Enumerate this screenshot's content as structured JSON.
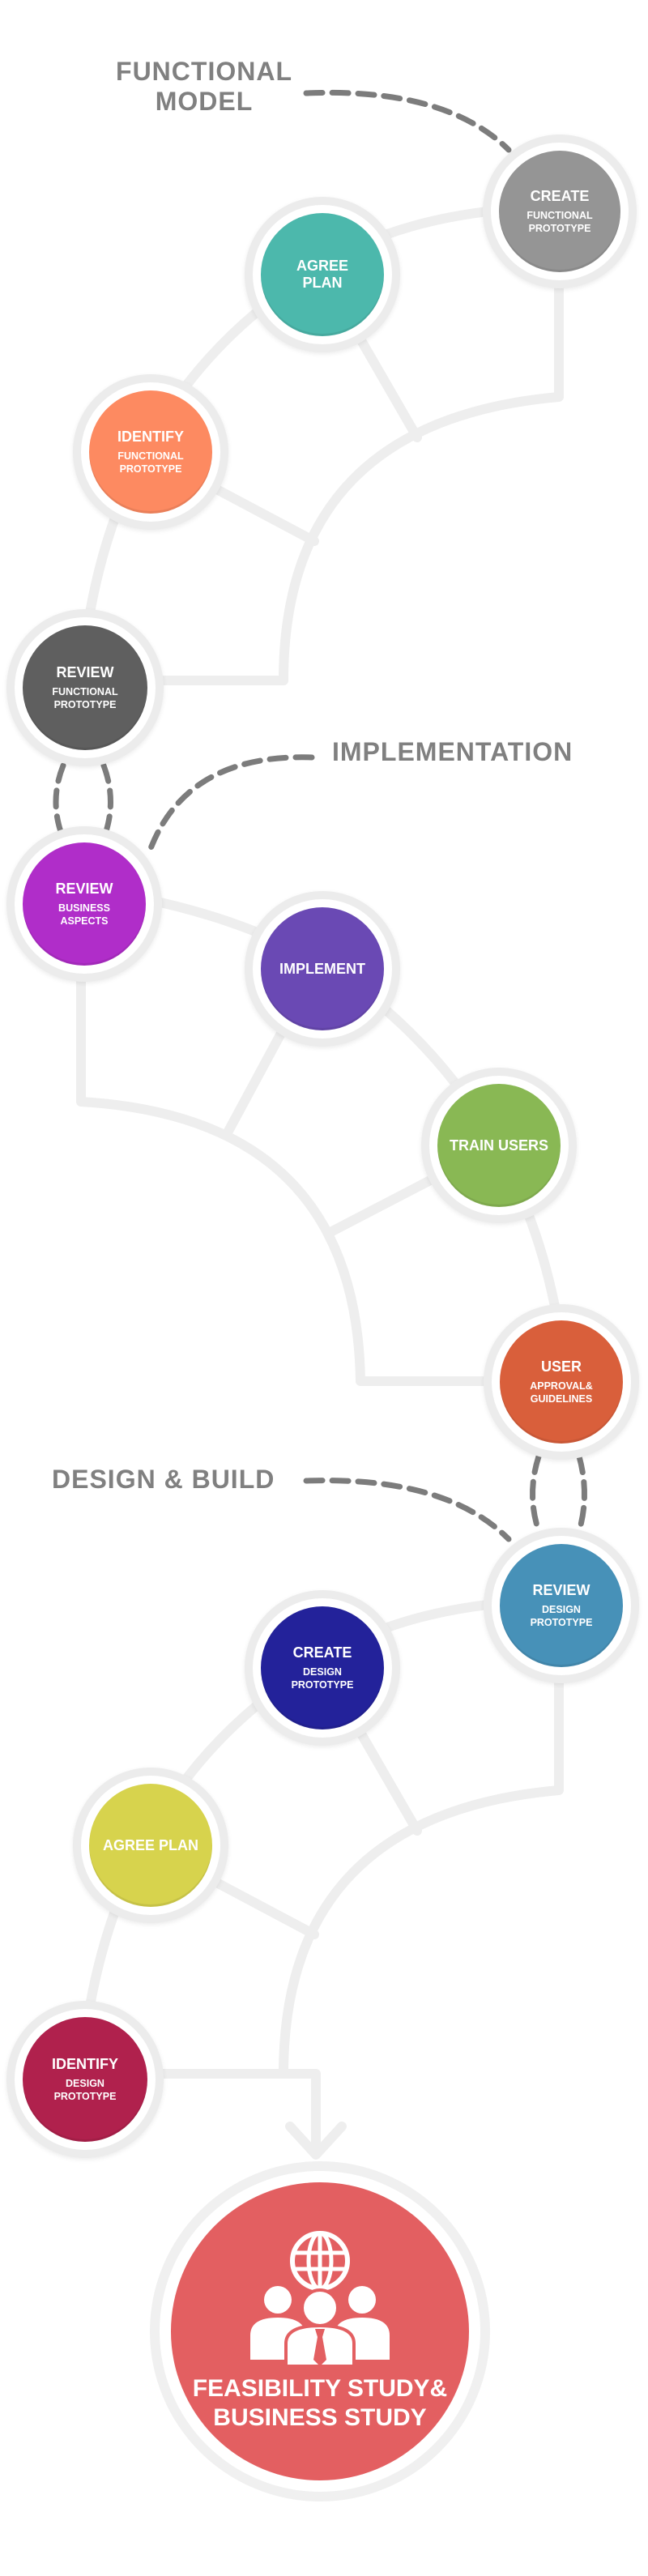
{
  "sections": {
    "functional_model": "FUNCTIONAL\nMODEL",
    "implementation": "IMPLEMENTATION",
    "design_build": "DESIGN & BUILD"
  },
  "nodes": {
    "create_functional_prototype": {
      "title": "CREATE",
      "subtitle": "FUNCTIONAL\nPROTOTYPE",
      "color": "#959595"
    },
    "agree_plan_1": {
      "title": "AGREE\nPLAN",
      "subtitle": "",
      "color": "#4cb8ac"
    },
    "identify_functional_prototype": {
      "title": "IDENTIFY",
      "subtitle": "FUNCTIONAL\nPROTOTYPE",
      "color": "#fd8a61"
    },
    "review_functional_prototype": {
      "title": "REVIEW",
      "subtitle": "FUNCTIONAL\nPROTOTYPE",
      "color": "#5f5f5f"
    },
    "review_business_aspects": {
      "title": "REVIEW",
      "subtitle": "BUSINESS\nASPECTS",
      "color": "#b02dc9"
    },
    "implement": {
      "title": "IMPLEMENT",
      "subtitle": "",
      "color": "#6a49b4"
    },
    "train_users": {
      "title": "TRAIN USERS",
      "subtitle": "",
      "color": "#89b854"
    },
    "user_approval_guidelines": {
      "title": "USER",
      "subtitle": "APPROVAL&\nGUIDELINES",
      "color": "#d95f3b"
    },
    "review_design_prototype": {
      "title": "REVIEW",
      "subtitle": "DESIGN\nPROTOTYPE",
      "color": "#4791b8"
    },
    "create_design_prototype": {
      "title": "CREATE",
      "subtitle": "DESIGN\nPROTOTYPE",
      "color": "#23229a"
    },
    "agree_plan_2": {
      "title": "AGREE PLAN",
      "subtitle": "",
      "color": "#d7d34d"
    },
    "identify_design_prototype": {
      "title": "IDENTIFY",
      "subtitle": "DESIGN\nPROTOTYPE",
      "color": "#b0214d"
    }
  },
  "final": {
    "title": "FEASIBILITY STUDY&\nBUSINESS STUDY",
    "color": "#e35f61",
    "icon": "team-globe-icon"
  },
  "colors": {
    "track": "#eeeeee",
    "dash": "#7c7c7c",
    "title": "#808080"
  }
}
